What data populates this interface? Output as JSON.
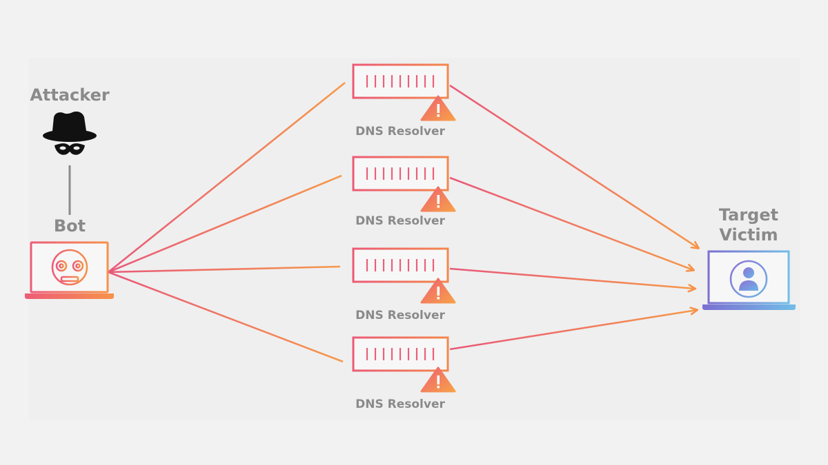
{
  "attacker": {
    "label": "Attacker",
    "icon": "hacker-hat-mask-icon"
  },
  "bot": {
    "label": "Bot",
    "icon": "robot-face-icon"
  },
  "resolvers": [
    {
      "label": "DNS Resolver",
      "icon": "server-icon",
      "warning_icon": "warning-triangle-icon"
    },
    {
      "label": "DNS Resolver",
      "icon": "server-icon",
      "warning_icon": "warning-triangle-icon"
    },
    {
      "label": "DNS Resolver",
      "icon": "server-icon",
      "warning_icon": "warning-triangle-icon"
    },
    {
      "label": "DNS Resolver",
      "icon": "server-icon",
      "warning_icon": "warning-triangle-icon"
    }
  ],
  "target": {
    "label_line1": "Target",
    "label_line2": "Victim",
    "icon": "user-avatar-icon"
  },
  "colors": {
    "background": "#f2f2f2",
    "label_gray": "#8a8a8a",
    "gradient_pink": "#ea5a78",
    "gradient_orange": "#f6924a",
    "victim_purple": "#7b6fd0",
    "victim_blue": "#72bde8",
    "hat_black": "#111111"
  }
}
